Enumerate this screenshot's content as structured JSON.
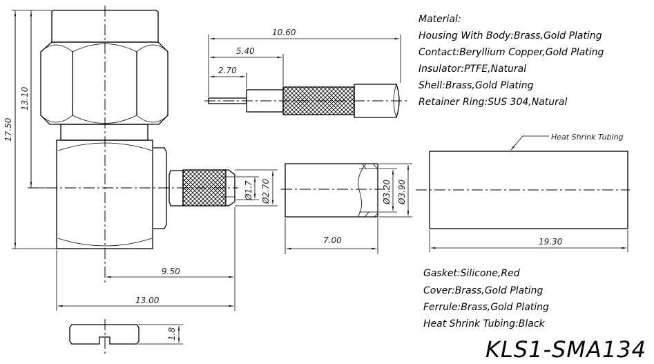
{
  "materials_top": {
    "heading": "Material:",
    "items": [
      "Housing With Body:Brass,Gold Plating",
      "Contact:Beryllium Copper,Gold Plating",
      "Insulator:PTFE,Natural",
      "Shell:Brass,Gold Plating",
      "Retainer Ring:SUS 304,Natural"
    ]
  },
  "materials_bottom": [
    "Gasket:Silicone,Red",
    "Cover:Brass,Gold Plating",
    "Ferrule:Brass,Gold Plating",
    "Heat Shrink Tubing:Black"
  ],
  "part_number": "KLS1-SMA134",
  "labels": {
    "heat_shrink": "Heat Shrink Tubing"
  },
  "dimensions": {
    "total_height": "17.50",
    "center_height": "13.10",
    "center_to_end": "9.50",
    "total_length": "13.00",
    "retainer_thickness": "1.8",
    "inner_dia": "Ø1.7",
    "outer_dia": "Ø2.70",
    "strip_total": "10.60",
    "strip_braid": "5.40",
    "strip_conductor": "2.70",
    "ferrule_inner": "Ø3.20",
    "ferrule_outer": "Ø3.90",
    "ferrule_length": "7.00",
    "tubing_length": "19.30"
  }
}
